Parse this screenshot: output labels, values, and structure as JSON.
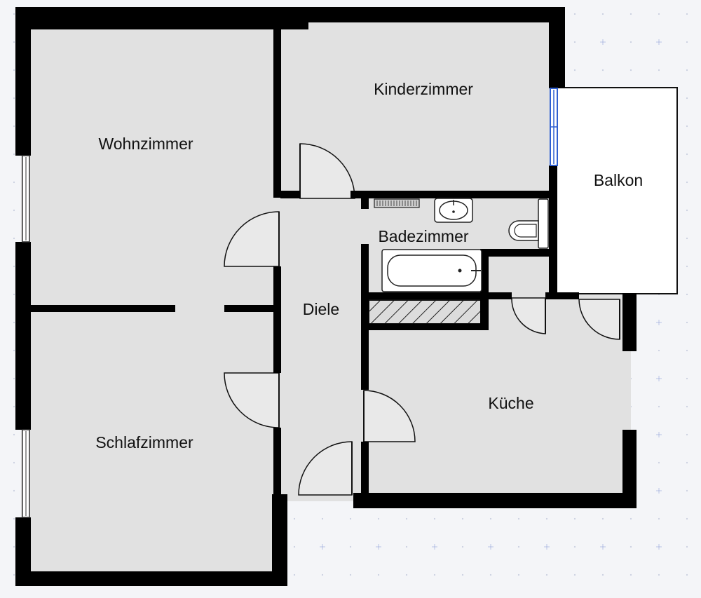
{
  "floorplan": {
    "rooms": [
      {
        "id": "wohnzimmer",
        "label": "Wohnzimmer"
      },
      {
        "id": "kinderzimmer",
        "label": "Kinderzimmer"
      },
      {
        "id": "balkon",
        "label": "Balkon"
      },
      {
        "id": "badezimmer",
        "label": "Badezimmer"
      },
      {
        "id": "diele",
        "label": "Diele"
      },
      {
        "id": "kueche",
        "label": "Küche"
      },
      {
        "id": "schlafzimmer",
        "label": "Schlafzimmer"
      }
    ],
    "colors": {
      "background": "#f4f5f8",
      "floor": "#e1e1e1",
      "wall": "#000000",
      "window_glass": "#4a7bd8",
      "grid": "#c9cfe0"
    },
    "icons": [
      "door-swing-icon",
      "window-icon",
      "bathtub-icon",
      "sink-icon",
      "toilet-icon",
      "radiator-icon",
      "shaft-hatch-icon"
    ]
  }
}
